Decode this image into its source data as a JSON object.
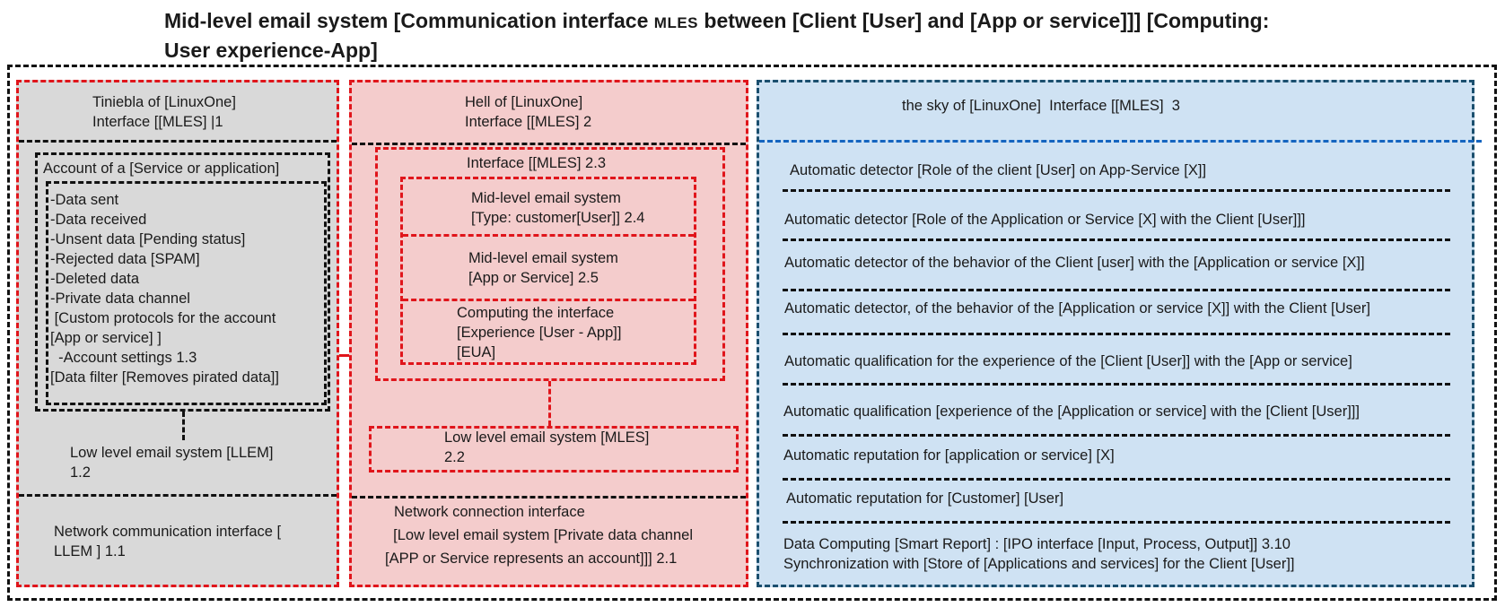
{
  "title": {
    "line1_a": "Mid-level email system [Communication interface ",
    "line1_tag": "MLES",
    "line1_b": " between [Client [User] and [App or service]]] [Computing:",
    "line2": "User experience-App]"
  },
  "left": {
    "header_l1": "Tiniebla of [LinuxOne]",
    "header_l2": "Interface [[MLES] |1",
    "account_title": "Account of a [Service or application]",
    "account_items": [
      "-Data sent",
      "-Data received",
      "-Unsent data [Pending status]",
      "-Rejected data [SPAM]",
      "-Deleted data",
      "-Private data channel",
      " [Custom protocols for the account",
      "[App or service] ]",
      "  -Account settings 1.3",
      "[Data filter [Removes pirated data]]"
    ],
    "low_level_l1": "Low level email system [LLEM]",
    "low_level_l2": "1.2",
    "network_l1": "Network communication interface [",
    "network_l2": "LLEM ] 1.1"
  },
  "middle": {
    "header_l1": "Hell of [LinuxOne]",
    "header_l2": "Interface [[MLES] 2",
    "interface_23": "Interface [[MLES] 2.3",
    "mles_24_l1": "Mid-level email system",
    "mles_24_l2": "[Type: customer[User]] 2.4",
    "mles_25_l1": "Mid-level email system",
    "mles_25_l2": "[App or Service] 2.5",
    "computing_l1": "Computing the interface",
    "computing_l2": "[Experience [User - App]]",
    "computing_l3": "[EUA]",
    "low_level_l1": "Low level email system [MLES]",
    "low_level_l2": "2.2",
    "network_l1": "Network connection interface",
    "network_l2": "  [Low level email system [Private data channel",
    "network_l3": "[APP or Service represents an account]]] 2.1"
  },
  "right": {
    "header": "the sky of [LinuxOne]  Interface [[MLES]  3",
    "rows": [
      "Automatic detector [Role of the client [User] on App-Service [X]]",
      "Automatic detector [Role of the Application or Service [X] with the Client [User]]]",
      "Automatic detector of the behavior of the Client [user] with the [Application or service [X]]",
      "Automatic detector, of the behavior of the [Application or service [X]] with the Client [User]",
      "Automatic qualification for the experience of the [Client [User]] with the [App or service]",
      "Automatic qualification [experience of the [Application or service] with the [Client [User]]]",
      "Automatic reputation for [application or service] [X]",
      "Automatic reputation for [Customer] [User]"
    ],
    "last_l1": "Data Computing [Smart Report] : [IPO interface [Input, Process, Output]] 3.10",
    "last_l2": "Synchronization with [Store of [Applications and services] for the Client [User]]"
  },
  "colors": {
    "left_fill": "#d9d9d9",
    "middle_fill": "#f4cccc",
    "right_fill": "#cfe2f3",
    "red": "#e0151b",
    "black": "#111111",
    "blue": "#1565c0"
  }
}
